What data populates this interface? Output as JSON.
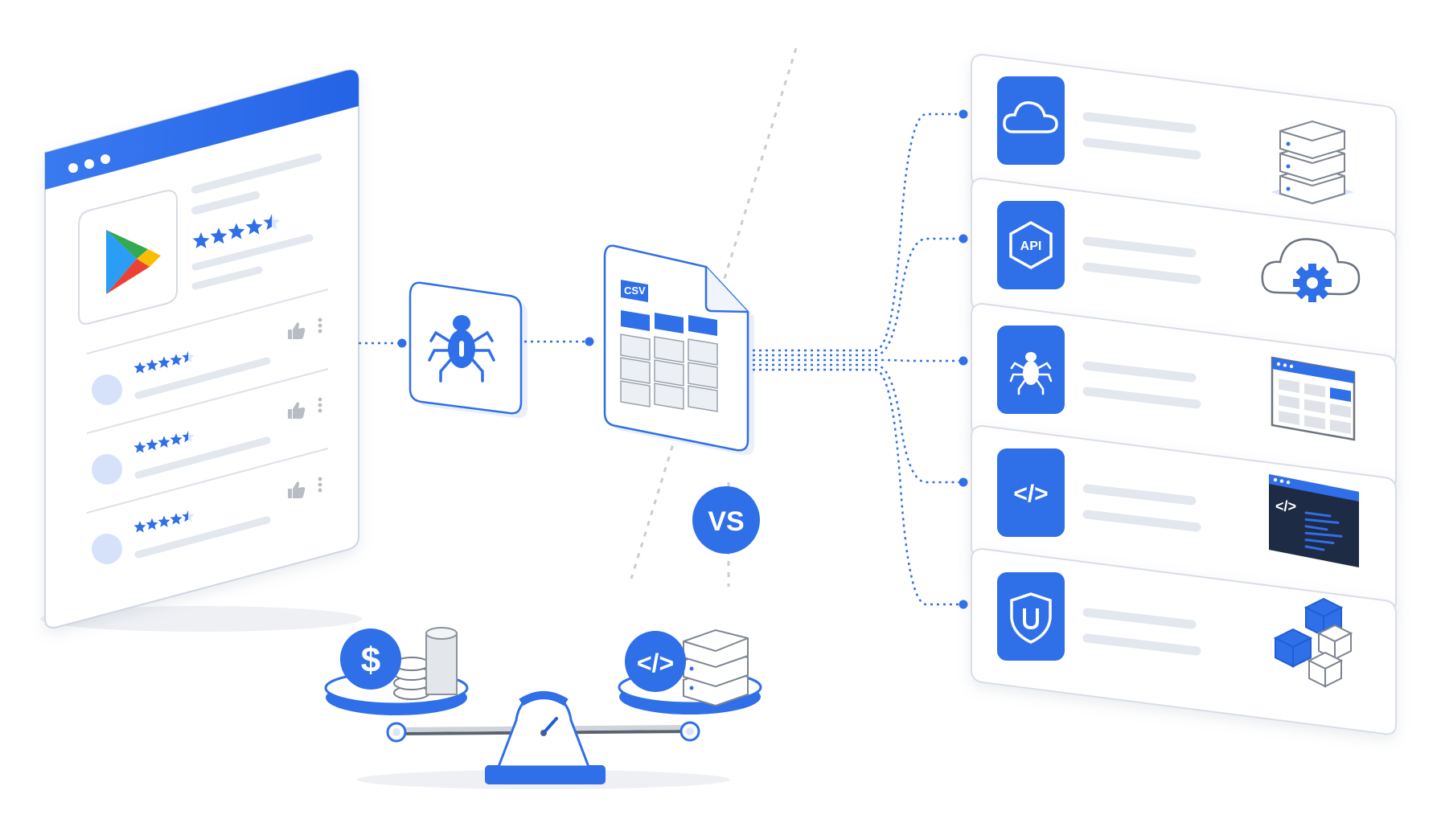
{
  "colors": {
    "accent": "#2f6fe8",
    "accent_dark": "#1f5fd6",
    "panel_border": "#d8dde6",
    "placeholder": "#e3e7ee",
    "light_blue": "#dbe6fb",
    "dark_panel": "#1e2b45",
    "gray_line": "#cfd3da"
  },
  "play_store_window": {
    "logo": "google-play-logo",
    "rating_stars": 4.5,
    "reviews": [
      {
        "stars": 4.5,
        "icons": [
          "thumbs-up-icon",
          "more-vertical-icon"
        ]
      },
      {
        "stars": 4.5,
        "icons": [
          "thumbs-up-icon",
          "more-vertical-icon"
        ]
      },
      {
        "stars": 4.5,
        "icons": [
          "thumbs-up-icon",
          "more-vertical-icon"
        ]
      }
    ]
  },
  "scraper": {
    "icon": "spider-icon"
  },
  "csv_file": {
    "badge": "CSV",
    "icon": "spreadsheet-icon"
  },
  "versus": {
    "label": "VS"
  },
  "balance_scale": {
    "left": {
      "icon": "dollar-icon",
      "extra": "coin-stack-icon"
    },
    "right": {
      "icon": "code-icon",
      "extra": "server-stack-icon"
    },
    "center": "gauge-icon"
  },
  "options": [
    {
      "icon": "cloud-icon",
      "illustration": "server-rack-icon"
    },
    {
      "icon": "api-icon",
      "label": "API",
      "illustration": "cloud-gear-icon"
    },
    {
      "icon": "spider-icon",
      "illustration": "data-grid-window-icon"
    },
    {
      "icon": "code-icon",
      "illustration": "code-editor-window-icon"
    },
    {
      "icon": "shield-u-icon",
      "illustration": "cubes-icon"
    }
  ]
}
